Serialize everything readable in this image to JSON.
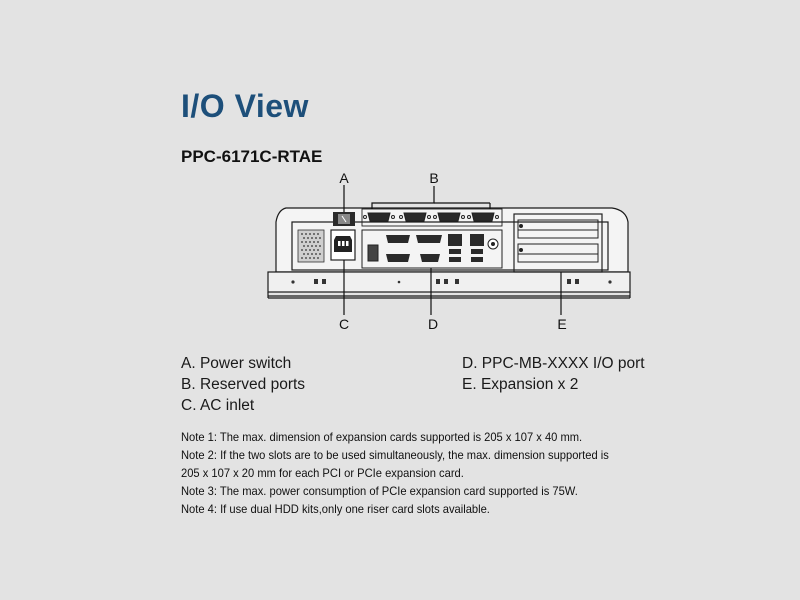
{
  "title": "I/O View",
  "model": "PPC-6171C-RTAE",
  "callouts": {
    "a": "A",
    "b": "B",
    "c": "C",
    "d": "D",
    "e": "E"
  },
  "legend": {
    "left": [
      "A. Power switch",
      "B. Reserved ports",
      "C. AC inlet"
    ],
    "right": [
      "D. PPC-MB-XXXX I/O port",
      "E. Expansion x 2"
    ]
  },
  "notes": [
    "Note 1: The max. dimension of  expansion cards supported is 205 x 107 x 40 mm.",
    "Note 2: If the two slots are to be used simultaneously, the max. dimension supported is",
    "205 x 107 x 20 mm for each PCI or PCIe expansion card.",
    "Note 3: The max. power consumption of PCIe expansion card supported is 75W.",
    "Note 4: If use dual HDD kits,only one riser card slots available."
  ]
}
